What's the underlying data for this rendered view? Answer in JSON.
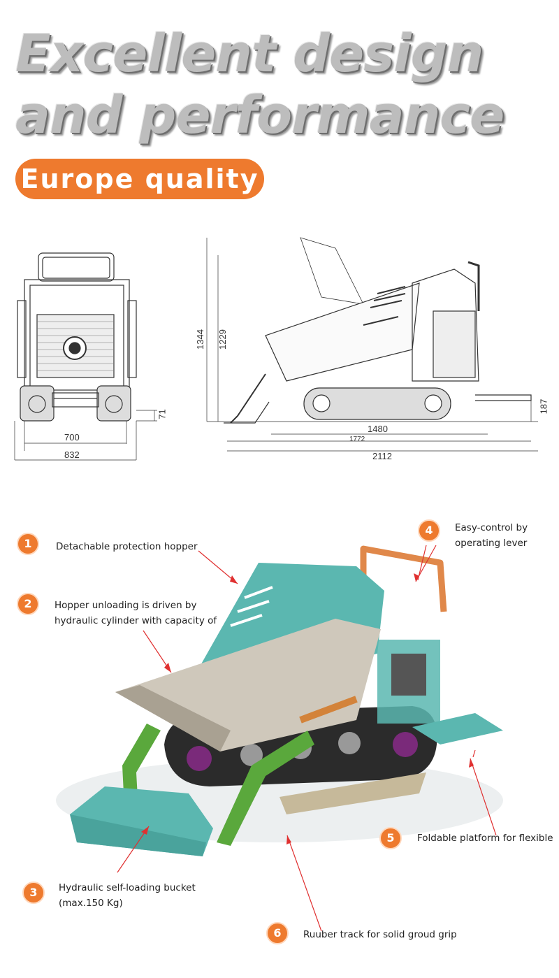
{
  "header": {
    "title_line1": "Excellent design",
    "title_line2": "and performance",
    "badge": "Europe quality"
  },
  "drawing": {
    "front_dims": {
      "inner_width": "700",
      "outer_width": "832",
      "track_height": "71"
    },
    "side_dims": {
      "height_dump": "1344",
      "height": "1229",
      "track_length": "1480",
      "body_length": "1772",
      "total_length": "2112",
      "platform_height": "187"
    }
  },
  "callouts": [
    {
      "num": "1",
      "text_lines": [
        "Detachable protection hopper"
      ]
    },
    {
      "num": "2",
      "text_lines": [
        "Hopper unloading is driven by",
        "hydraulic cylinder with capacity of"
      ]
    },
    {
      "num": "3",
      "text_lines": [
        "Hydraulic self-loading bucket",
        "(max.150 Kg)"
      ]
    },
    {
      "num": "4",
      "text_lines": [
        "Easy-control by",
        "operating lever"
      ]
    },
    {
      "num": "5",
      "text_lines": [
        "Foldable platform for flexible"
      ]
    },
    {
      "num": "6",
      "text_lines": [
        "Ruuber track for solid groud grip"
      ]
    }
  ],
  "colors": {
    "accent": "#ee7a2e",
    "teal": "#5bb7b0",
    "green": "#5aa83c",
    "hopper": "#cfc8bb"
  }
}
